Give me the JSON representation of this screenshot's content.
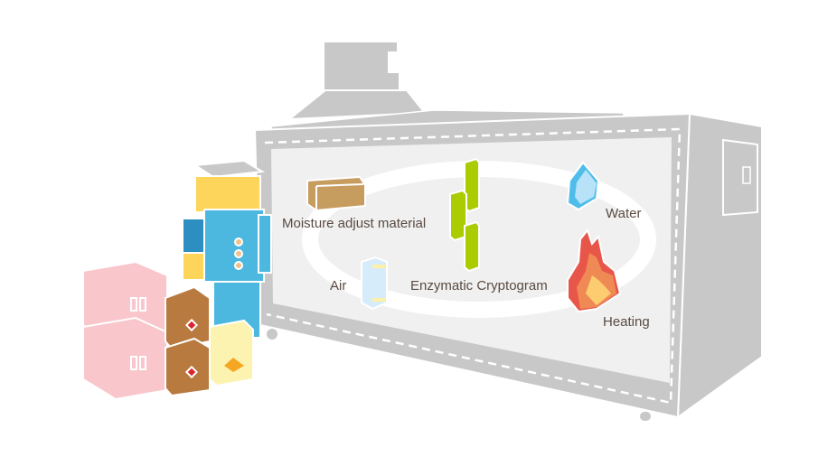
{
  "labels": {
    "moisture": "Moisture adjust material",
    "water": "Water",
    "air": "Air",
    "enzyme": "Enzymatic Cryptogram",
    "heating": "Heating"
  },
  "colors": {
    "machine": "#c8c8c8",
    "panel": "#eff0ef",
    "text": "#5a4a42",
    "moisture": "#c79c5f",
    "enzyme": "#aacc00",
    "water": "#4fbde9",
    "air": "#d6ecfa",
    "heating": "#ef7c4c",
    "worker_blue": "#4cb8e0",
    "worker_yellow": "#fdd55b",
    "box_pink": "#f9c6cc",
    "box_brown": "#b87a3e",
    "box_yellow": "#fdf3b0"
  }
}
